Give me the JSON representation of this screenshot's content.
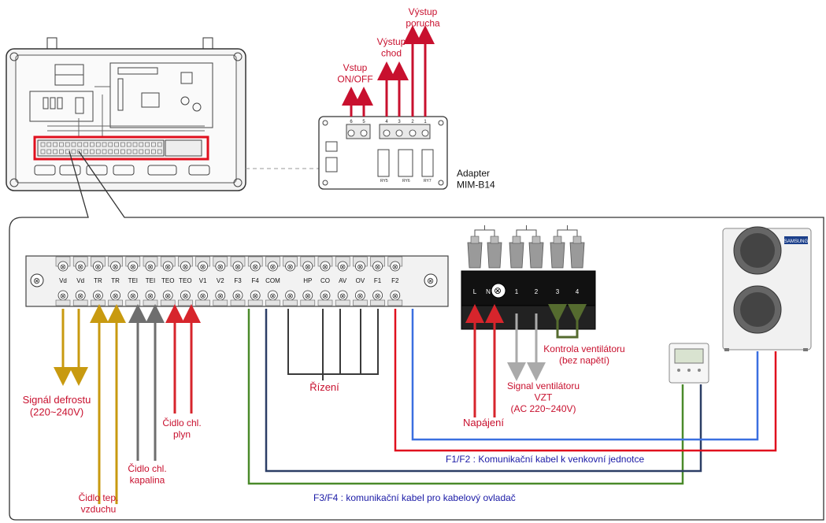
{
  "outputs": {
    "porucha": "Výstup\nporucha",
    "chod": "Výstup\nchod",
    "onoff": "Vstup\nON/OFF"
  },
  "adapter": {
    "label": "Adapter\nMIM-B14",
    "terminal_nums": [
      "6",
      "5",
      "4",
      "3",
      "2",
      "1"
    ],
    "relay_labels": [
      "RY5",
      "RY6",
      "RY7"
    ]
  },
  "terminal_block": {
    "labels": [
      "Vd",
      "Vd",
      "TR",
      "TR",
      "TEI",
      "TEI",
      "TEO",
      "TEO",
      "V1",
      "V2",
      "F3",
      "F4",
      "COM",
      "",
      "HP",
      "CO",
      "AV",
      "OV",
      "F1",
      "F2"
    ]
  },
  "power_block": {
    "labels": [
      "L",
      "N",
      "1",
      "2",
      "3",
      "4"
    ]
  },
  "outdoor_unit": {
    "brand": "SAMSUNG"
  },
  "labels": {
    "defrost": "Signál defrostu\n(220~240V)",
    "air_temp": "Čidlo tep.\nvzduchu",
    "liquid": "Čidlo chl.\nkapalina",
    "gas": "Čidlo chl.\nplyn",
    "control": "Řízení",
    "power": "Napájení",
    "vzt": "Signal ventilátoru\nVZT\n(AC 220~240V)",
    "fan_check": "Kontrola ventilátoru\n(bez napětí)",
    "f1f2": "F1/F2 : Komunikační kabel k venkovní jednotce",
    "f3f4": "F3/F4 : komunikační kabel pro kabelový ovladač"
  },
  "colors": {
    "red": "#c8102e",
    "blue": "#1a1aa6",
    "gold": "#c89a10",
    "gray": "#777777",
    "dark_red": "#d7252c",
    "wire_blue": "#3a6fe0",
    "wire_green": "#4a8a2a",
    "wire_navy": "#2c3e66",
    "wire_dark": "#3a3a3a"
  }
}
